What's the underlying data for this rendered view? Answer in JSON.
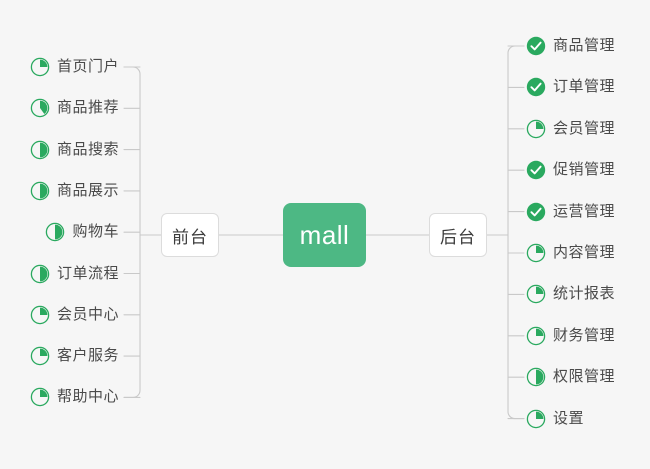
{
  "diagram": {
    "title": "mall",
    "type": "mindmap",
    "background_color": "#f6f6f6",
    "accent_color": "#2aa95f",
    "root_color": "#4DB884"
  },
  "root": {
    "label": "mall"
  },
  "branches": [
    {
      "id": "frontend",
      "label": "前台",
      "side": "left",
      "items": [
        {
          "label": "首页门户",
          "icon": "pie-progress-icon",
          "progress": 25,
          "status": "in-progress"
        },
        {
          "label": "商品推荐",
          "icon": "pie-progress-icon",
          "progress": 40,
          "status": "in-progress"
        },
        {
          "label": "商品搜索",
          "icon": "pie-progress-icon",
          "progress": 50,
          "status": "in-progress"
        },
        {
          "label": "商品展示",
          "icon": "pie-progress-icon",
          "progress": 50,
          "status": "in-progress"
        },
        {
          "label": "购物车",
          "icon": "pie-progress-icon",
          "progress": 50,
          "status": "in-progress"
        },
        {
          "label": "订单流程",
          "icon": "pie-progress-icon",
          "progress": 50,
          "status": "in-progress"
        },
        {
          "label": "会员中心",
          "icon": "pie-progress-icon",
          "progress": 25,
          "status": "in-progress"
        },
        {
          "label": "客户服务",
          "icon": "pie-progress-icon",
          "progress": 25,
          "status": "in-progress"
        },
        {
          "label": "帮助中心",
          "icon": "pie-progress-icon",
          "progress": 25,
          "status": "in-progress"
        }
      ]
    },
    {
      "id": "backend",
      "label": "后台",
      "side": "right",
      "items": [
        {
          "label": "商品管理",
          "icon": "check-circle-icon",
          "progress": 100,
          "status": "done"
        },
        {
          "label": "订单管理",
          "icon": "check-circle-icon",
          "progress": 100,
          "status": "done"
        },
        {
          "label": "会员管理",
          "icon": "pie-progress-icon",
          "progress": 25,
          "status": "in-progress"
        },
        {
          "label": "促销管理",
          "icon": "check-circle-icon",
          "progress": 100,
          "status": "done"
        },
        {
          "label": "运营管理",
          "icon": "check-circle-icon",
          "progress": 100,
          "status": "done"
        },
        {
          "label": "内容管理",
          "icon": "pie-progress-icon",
          "progress": 25,
          "status": "in-progress"
        },
        {
          "label": "统计报表",
          "icon": "pie-progress-icon",
          "progress": 25,
          "status": "in-progress"
        },
        {
          "label": "财务管理",
          "icon": "pie-progress-icon",
          "progress": 25,
          "status": "in-progress"
        },
        {
          "label": "权限管理",
          "icon": "pie-progress-icon",
          "progress": 50,
          "status": "in-progress"
        },
        {
          "label": "设置",
          "icon": "pie-progress-icon",
          "progress": 25,
          "status": "in-progress"
        }
      ]
    }
  ]
}
